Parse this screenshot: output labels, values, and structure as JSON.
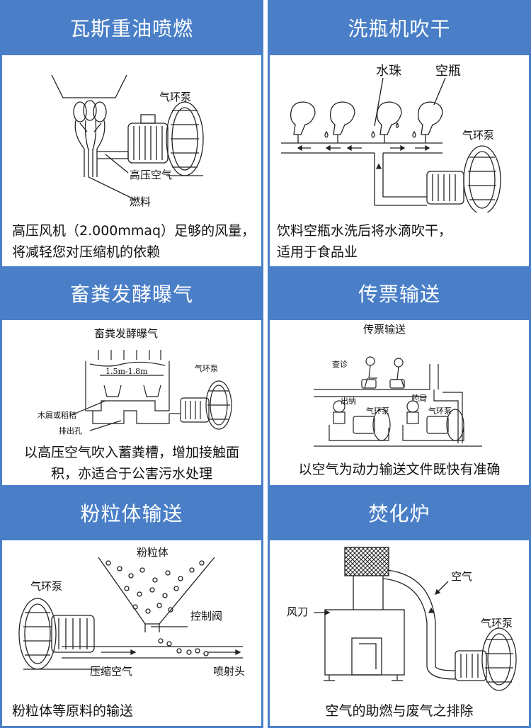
{
  "panels": [
    {
      "title": "瓦斯重油喷燃",
      "labels": {
        "pump": "气环泵",
        "air": "高压空气",
        "fuel": "燃料"
      },
      "caption": [
        "高压风机（2.000mmaq）足够的风量，",
        "将减轻您对压缩机的依赖"
      ]
    },
    {
      "title": "洗瓶机吹干",
      "labels": {
        "drops": "水珠",
        "bottle": "空瓶",
        "pump": "气环泵"
      },
      "caption": [
        "饮料空瓶水洗后将水滴吹干，",
        "适用于食品业"
      ]
    },
    {
      "title": "畜粪发酵曝气",
      "labels": {
        "diagram_title": "畜粪发酵曝气",
        "pump": "气环泵",
        "depth": "1.5m-1.8m",
        "straw": "木屑或稻秸",
        "drain": "排出孔"
      },
      "caption": [
        "以高压空气吹入蓄粪槽，增加接触面",
        "积，亦适合于公害污水处理"
      ]
    },
    {
      "title": "传票输送",
      "labels": {
        "diagram_title": "传票输送",
        "clinic": "查诊",
        "pharmacy": "药局",
        "cashier": "出纳",
        "pump1": "气环泵",
        "pump2": "气环泵"
      },
      "caption": [
        "以空气为动力输送文件既快有准确"
      ]
    },
    {
      "title": "粉粒体输送",
      "labels": {
        "powder": "粉粒体",
        "pump": "气环泵",
        "valve": "控制阀",
        "air": "压缩空气",
        "nozzle": "喷射头"
      },
      "caption": [
        "粉粒体等原料的输送"
      ]
    },
    {
      "title": "焚化炉",
      "labels": {
        "air": "空气",
        "knife": "风刀",
        "pump": "气环泵"
      },
      "caption": [
        "空气的助燃与废气之排除"
      ]
    }
  ]
}
